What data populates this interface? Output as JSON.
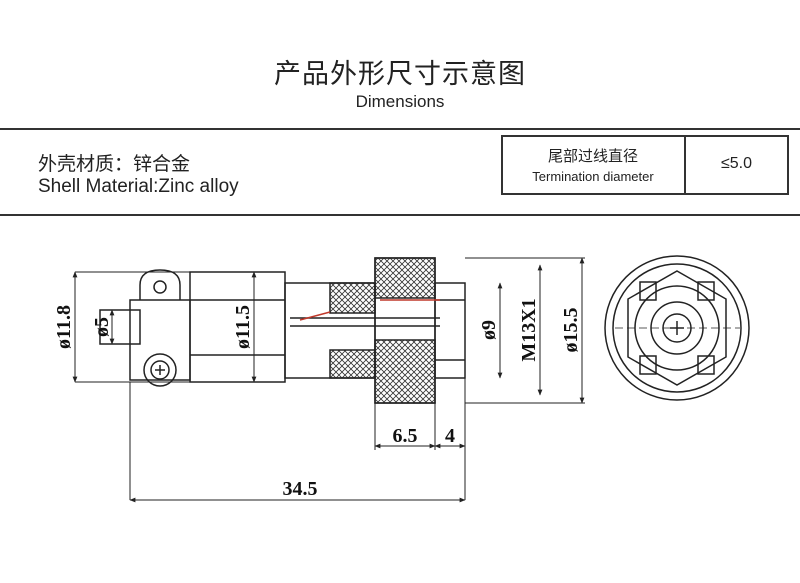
{
  "header": {
    "title_cn": "产品外形尺寸示意图",
    "title_en": "Dimensions"
  },
  "material": {
    "label_cn": "外壳材质：锌合金",
    "label_en": "Shell  Material:Zinc alloy"
  },
  "spec": {
    "label_cn": "尾部过线直径",
    "label_en": "Termination diameter",
    "value": "≤5.0"
  },
  "dimensions": {
    "d_11_8": "ø11.8",
    "d_5": "ø5",
    "d_11_5": "ø11.5",
    "d_9": "ø9",
    "thread": "M13X1",
    "d_15_5": "ø15.5",
    "len_6_5": "6.5",
    "len_4": "4",
    "len_34_5": "34.5"
  },
  "colors": {
    "line": "#222222",
    "wire_red": "#c0392b"
  }
}
